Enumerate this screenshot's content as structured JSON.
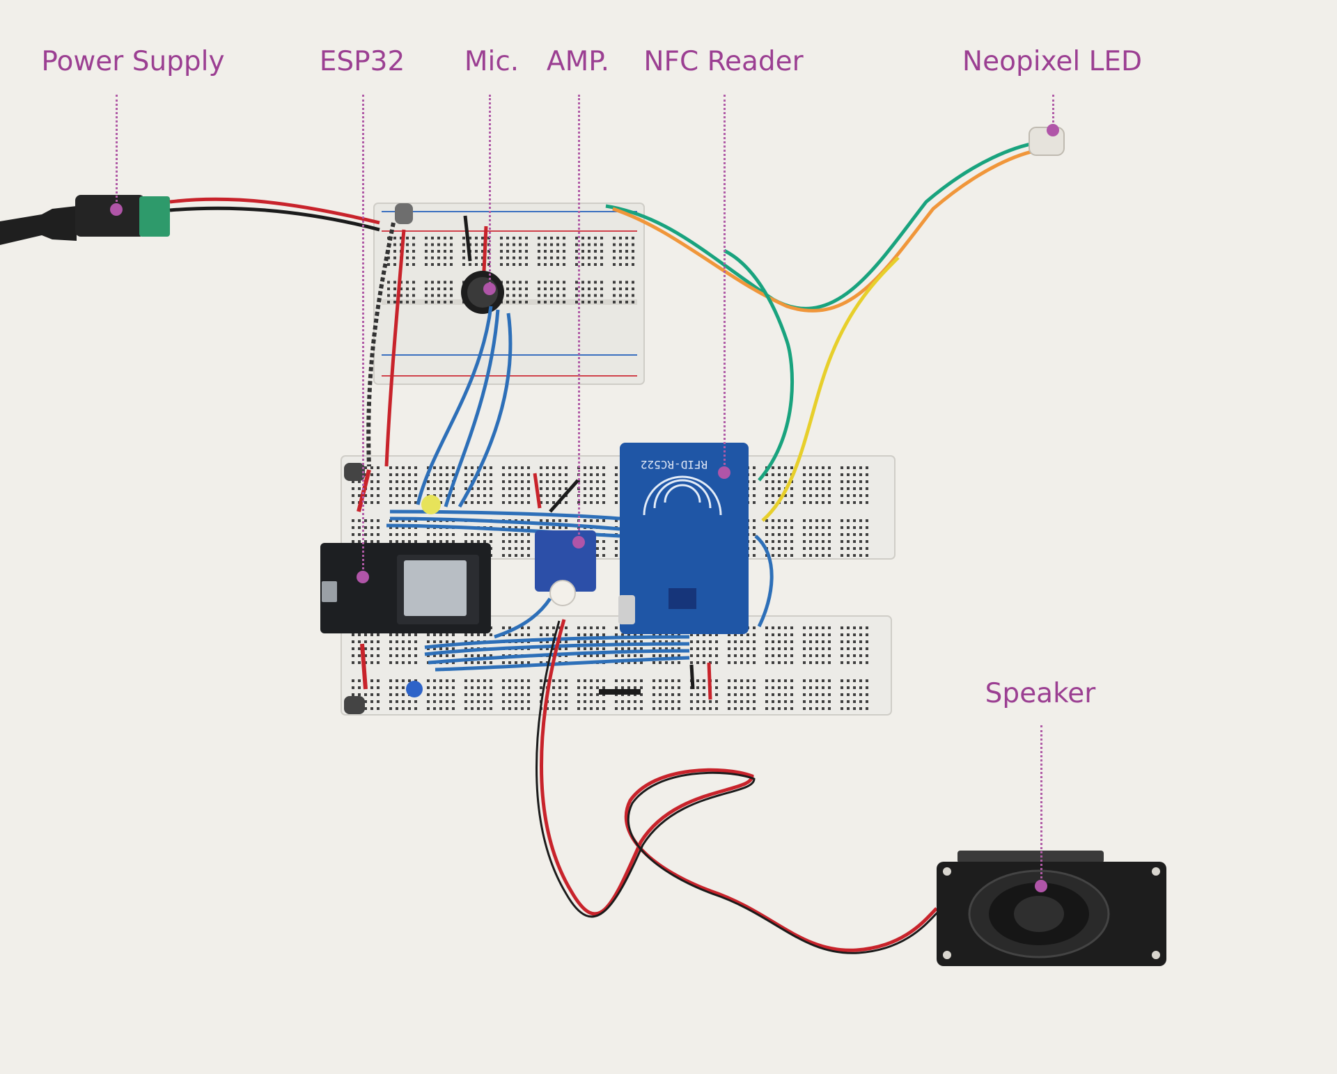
{
  "diagram": {
    "components": [
      {
        "id": "power-supply",
        "label": "Power Supply"
      },
      {
        "id": "esp32",
        "label": "ESP32"
      },
      {
        "id": "mic",
        "label": "Mic."
      },
      {
        "id": "amp",
        "label": "AMP."
      },
      {
        "id": "nfc-reader",
        "label": "NFC Reader"
      },
      {
        "id": "neopixel-led",
        "label": "Neopixel LED"
      },
      {
        "id": "speaker",
        "label": "Speaker"
      }
    ],
    "component_text": {
      "rfid_module": "RFID-RC522"
    },
    "colors": {
      "label": "#9b3f92",
      "marker": "#b055a8",
      "background": "#f1efea",
      "wire_red": "#c8232b",
      "wire_black": "#1b1b1b",
      "wire_blue": "#2d6fb8",
      "wire_green": "#19a37e",
      "wire_yellow": "#e7cf2b",
      "wire_orange": "#f0963a",
      "pcb_blue": "#1f56a6",
      "breadboard": "#ecebe7"
    }
  }
}
